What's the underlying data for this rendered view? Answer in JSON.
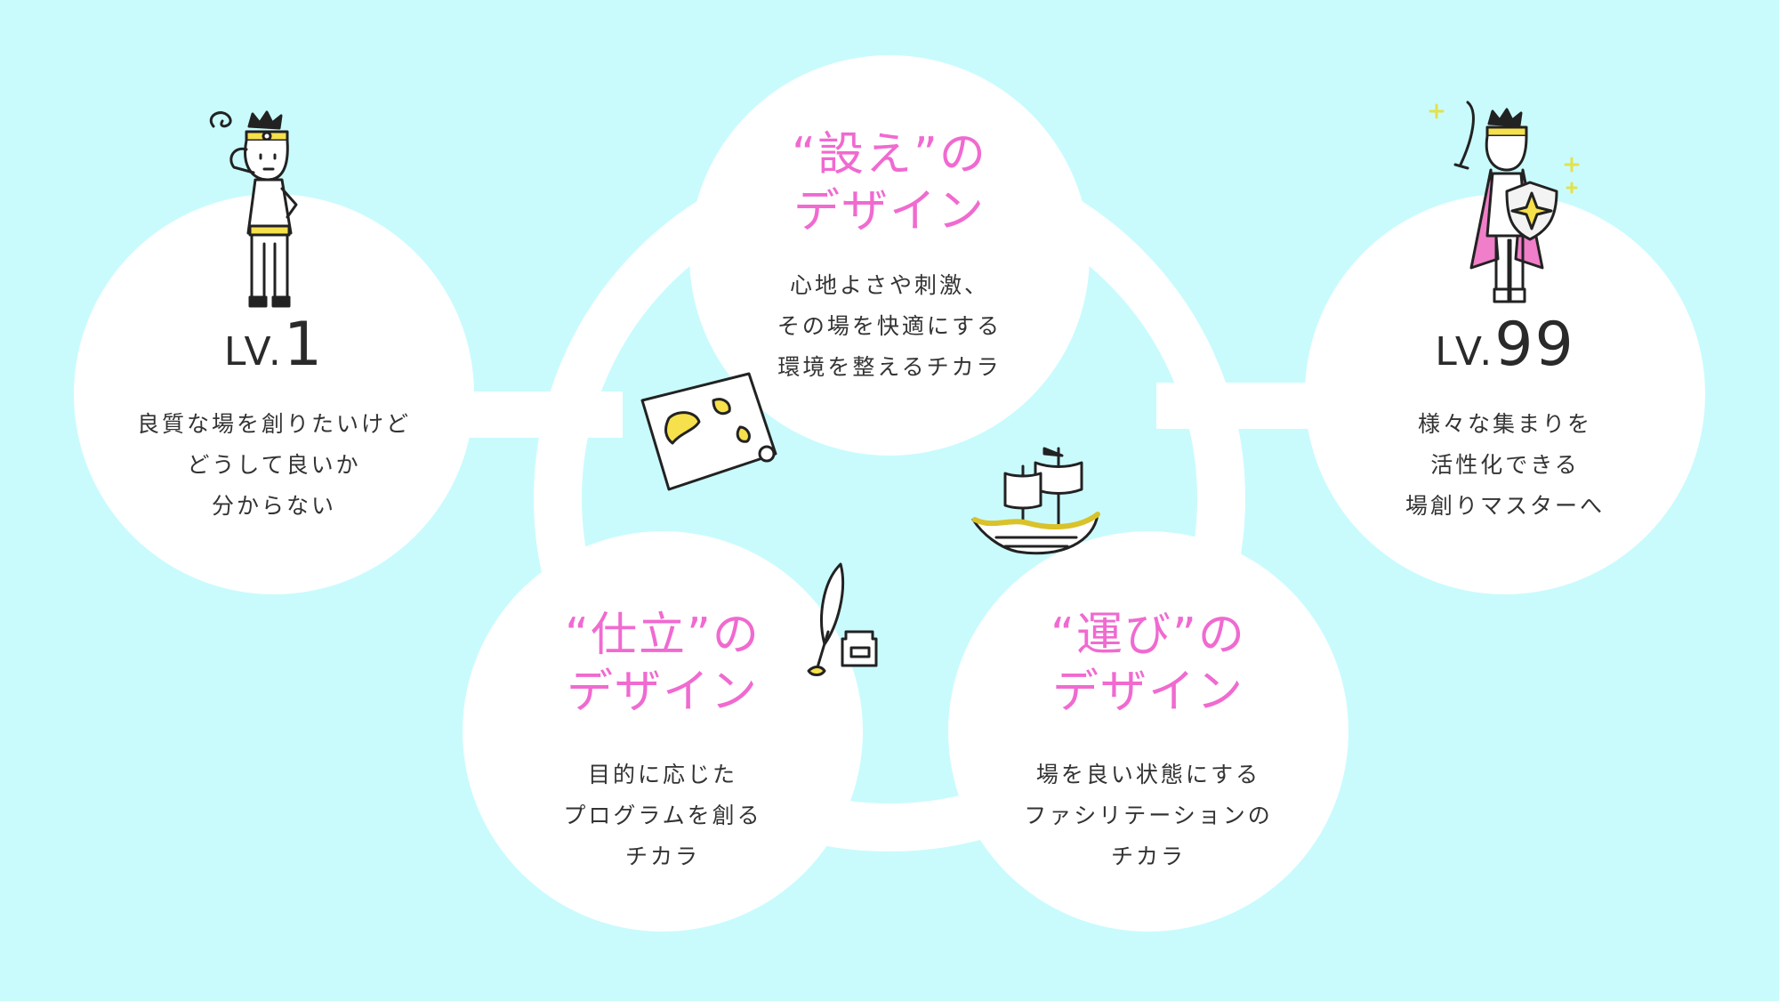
{
  "colors": {
    "background": "#c9fbfd",
    "circle": "#ffffff",
    "accent_pink": "#f06ad0",
    "text": "#333333",
    "gold": "#f6e04b"
  },
  "lv1": {
    "prefix": "LV.",
    "number": "1",
    "description": "良質な場を創りたいけど\nどうして良いか\n分からない"
  },
  "lv99": {
    "prefix": "LV.",
    "number": "99",
    "description": "様々な集まりを\n活性化できる\n場創りマスターへ"
  },
  "setsugae": {
    "title_line1": "“設え”の",
    "title_line2": "デザイン",
    "description": "心地よさや刺激、\nその場を快適にする\n環境を整えるチカラ"
  },
  "shitate": {
    "title_line1": "“仕立”の",
    "title_line2": "デザイン",
    "description": "目的に応じた\nプログラムを創る\nチカラ"
  },
  "hakobi": {
    "title_line1": "“運び”の",
    "title_line2": "デザイン",
    "description": "場を良い状態にする\nファシリテーションの\nチカラ"
  },
  "icons": [
    "beginner-hero-icon",
    "master-hero-icon",
    "treasure-map-icon",
    "sailing-ship-icon",
    "quill-ink-icon"
  ]
}
